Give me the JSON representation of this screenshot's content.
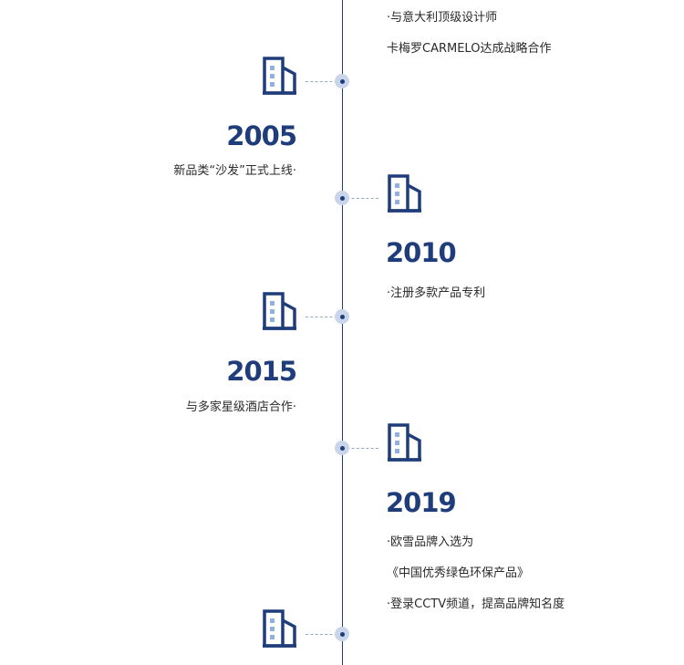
{
  "colors": {
    "accent": "#1f3d7a",
    "node": "#c9d5ea",
    "icon_window": "#8fb0e0"
  },
  "icon_name": "building-icon",
  "entries": [
    {
      "year": "",
      "side": "right",
      "lines": [
        "·与意大利顶级设计师",
        "卡梅罗CARMELO达成战略合作"
      ]
    },
    {
      "year": "2005",
      "side": "left",
      "lines": [
        "新品类“沙发”正式上线·"
      ]
    },
    {
      "year": "2010",
      "side": "right",
      "lines": [
        "·注册多款产品专利"
      ]
    },
    {
      "year": "2015",
      "side": "left",
      "lines": [
        "与多家星级酒店合作·"
      ]
    },
    {
      "year": "2019",
      "side": "right",
      "lines": [
        "·欧雪品牌入选为",
        "《中国优秀绿色环保产品》",
        "·登录CCTV频道，提高品牌知名度"
      ]
    }
  ]
}
